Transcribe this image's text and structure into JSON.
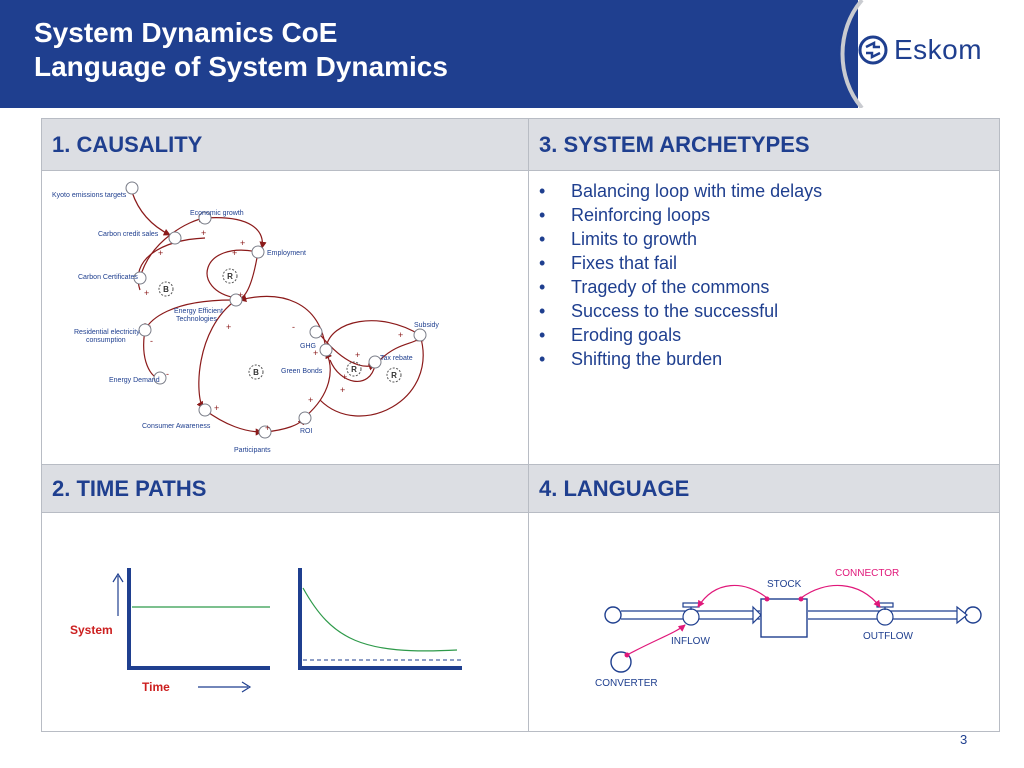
{
  "header": {
    "title_line1": "System Dynamics CoE",
    "title_line2": "Language of System Dynamics",
    "logo_text": "Eskom",
    "brand_color": "#1f3f8f"
  },
  "sections": {
    "causality": {
      "heading": "1. CAUSALITY",
      "nodes": {
        "kyoto": "Kyoto emissions targets",
        "econ": "Economic growth",
        "credit": "Carbon credit sales",
        "employment": "Employment",
        "certs": "Carbon Certificates",
        "eet1": "Energy Efficient",
        "eet2": "Technologies",
        "subsidy": "Subsidy",
        "rec1": "Residential electricity",
        "rec2": "consumption",
        "ghg": "GHG",
        "tax": "Tax rebate",
        "green": "Green Bonds",
        "demand": "Energy Demand",
        "awareness": "Consumer Awareness",
        "roi": "ROI",
        "participants": "Participants"
      },
      "loops": {
        "b": "B",
        "r": "R"
      },
      "signs": {
        "plus": "+",
        "minus": "-"
      }
    },
    "archetypes": {
      "heading": "3. SYSTEM ARCHETYPES",
      "items": [
        "Balancing loop with time delays",
        "Reinforcing loops",
        "Limits to growth",
        "Fixes that fail",
        "Tragedy of the commons",
        "Success to the successful",
        "Eroding goals",
        "Shifting the burden"
      ]
    },
    "time_paths": {
      "heading": "2. TIME PATHS",
      "y_label": "System",
      "x_label": "Time"
    },
    "language": {
      "heading": "4. LANGUAGE",
      "stock": "STOCK",
      "connector": "CONNECTOR",
      "inflow": "INFLOW",
      "outflow": "OUTFLOW",
      "converter": "CONVERTER"
    }
  },
  "footer": {
    "page_number": "3"
  }
}
